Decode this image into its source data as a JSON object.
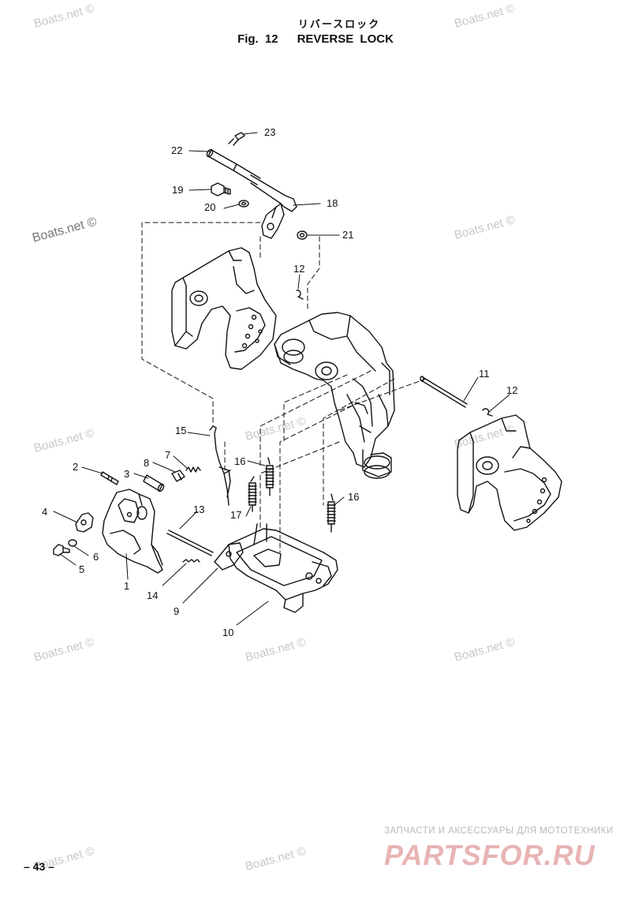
{
  "header": {
    "title_jp": "リバースロック",
    "fig_label": "Fig. 12",
    "fig_title": "REVERSE LOCK"
  },
  "callouts": [
    "1",
    "2",
    "3",
    "4",
    "5",
    "6",
    "7",
    "8",
    "9",
    "10",
    "11",
    "12",
    "12",
    "13",
    "14",
    "15",
    "16",
    "16",
    "16",
    "17",
    "18",
    "19",
    "20",
    "21",
    "22",
    "23"
  ],
  "watermark": "Boats.net ©",
  "footer": {
    "page_number": "– 43 –",
    "brand_tagline": "ЗАПЧАСТИ И АКСЕССУАРЫ ДЛЯ МОТОТЕХНИКИ",
    "brand_name": "PARTSFOR.RU"
  }
}
